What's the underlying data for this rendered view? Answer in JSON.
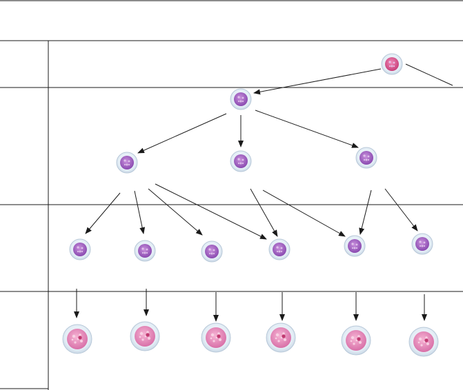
{
  "diagram": {
    "rows": [
      {
        "id": "row-1",
        "label": ""
      },
      {
        "id": "row-2",
        "label": ""
      },
      {
        "id": "row-3",
        "label": ""
      },
      {
        "id": "row-4",
        "label": ""
      }
    ],
    "cells": [
      {
        "id": "a1",
        "stage": "top-cell",
        "kind": "small",
        "color": "#e0609a"
      },
      {
        "id": "b1",
        "stage": "second-cell",
        "kind": "small",
        "color": "#a868c8"
      },
      {
        "id": "c1",
        "stage": "third-cell",
        "kind": "small",
        "color": "#a868c8"
      },
      {
        "id": "c2",
        "stage": "third-cell",
        "kind": "small",
        "color": "#a868c8"
      },
      {
        "id": "c3",
        "stage": "third-cell",
        "kind": "small",
        "color": "#a868c8"
      },
      {
        "id": "d1",
        "stage": "fourth-cell",
        "kind": "small",
        "color": "#a868c8"
      },
      {
        "id": "d2",
        "stage": "fourth-cell",
        "kind": "small",
        "color": "#a868c8"
      },
      {
        "id": "d3",
        "stage": "fourth-cell",
        "kind": "small",
        "color": "#a868c8"
      },
      {
        "id": "d4",
        "stage": "fourth-cell",
        "kind": "small",
        "color": "#a868c8"
      },
      {
        "id": "d5",
        "stage": "fourth-cell",
        "kind": "small",
        "color": "#a868c8"
      },
      {
        "id": "d6",
        "stage": "fourth-cell",
        "kind": "small",
        "color": "#a868c8"
      },
      {
        "id": "e1",
        "stage": "mature-cell",
        "kind": "large",
        "color": "#e888b8"
      },
      {
        "id": "e2",
        "stage": "mature-cell",
        "kind": "large",
        "color": "#e888b8"
      },
      {
        "id": "e3",
        "stage": "mature-cell",
        "kind": "large",
        "color": "#e888b8"
      },
      {
        "id": "e4",
        "stage": "mature-cell",
        "kind": "large",
        "color": "#e888b8"
      },
      {
        "id": "e5",
        "stage": "mature-cell",
        "kind": "large",
        "color": "#e888b8"
      },
      {
        "id": "e6",
        "stage": "mature-cell",
        "kind": "large",
        "color": "#e888b8"
      }
    ],
    "edges": [
      {
        "from": "a1",
        "to": "b1"
      },
      {
        "from": "b1",
        "to": "c1"
      },
      {
        "from": "b1",
        "to": "c2"
      },
      {
        "from": "b1",
        "to": "c3"
      },
      {
        "from": "c1",
        "to": "d1"
      },
      {
        "from": "c1",
        "to": "d2"
      },
      {
        "from": "c1",
        "to": "d3"
      },
      {
        "from": "c1",
        "to": "d4"
      },
      {
        "from": "c2",
        "to": "d4"
      },
      {
        "from": "c2",
        "to": "d5"
      },
      {
        "from": "c3",
        "to": "d5"
      },
      {
        "from": "c3",
        "to": "d6"
      },
      {
        "from": "d1",
        "to": "e1"
      },
      {
        "from": "d2",
        "to": "e2"
      },
      {
        "from": "d3",
        "to": "e3"
      },
      {
        "from": "d4",
        "to": "e4"
      },
      {
        "from": "d5",
        "to": "e5"
      },
      {
        "from": "d6",
        "to": "e6"
      }
    ],
    "colors": {
      "line": "#1a1a1a",
      "cell_halo": "#e4eef6",
      "cell_border": "#b8c8d8",
      "small_core": "#a868c8",
      "top_core": "#e0609a",
      "large_core": "#e888b8"
    }
  }
}
